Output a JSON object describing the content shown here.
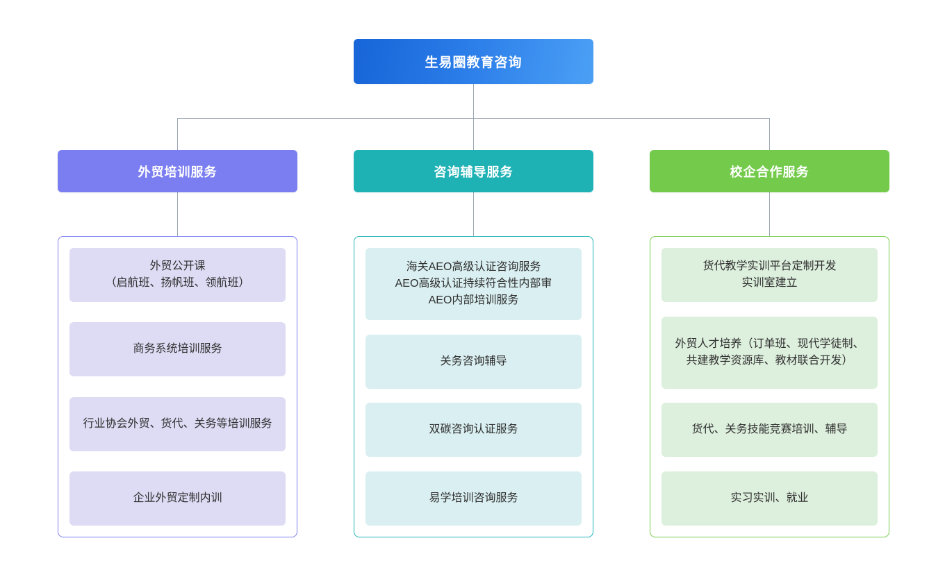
{
  "chart_data": {
    "type": "diagram",
    "diagram_type": "organization-tree",
    "title": "生易圈教育咨询",
    "root": {
      "label": "生易圈教育咨询",
      "color": "#2a7ce8"
    },
    "branches": [
      {
        "label": "外贸培训服务",
        "color": "#7b7ef0",
        "leaf_color": "#dedbf4",
        "items": [
          "外贸公开课\n（启航班、扬帆班、领航班）",
          "商务系统培训服务",
          "行业协会外贸、货代、关务等培训服务",
          "企业外贸定制内训"
        ]
      },
      {
        "label": "咨询辅导服务",
        "color": "#1fb2b5",
        "leaf_color": "#daeff1",
        "items": [
          "海关AEO高级认证咨询服务\nAEO高级认证持续符合性内部审\nAEO内部培训服务",
          "关务咨询辅导",
          "双碳咨询认证服务",
          "易学培训咨询服务"
        ]
      },
      {
        "label": "校企合作服务",
        "color": "#74cb4b",
        "leaf_color": "#ddefdd",
        "items": [
          "货代教学实训平台定制开发\n实训室建立",
          "外贸人才培养（订单班、现代学徒制、共建教学资源库、教材联合开发）",
          "货代、关务技能竞赛培训、辅导",
          "实习实训、就业"
        ]
      }
    ],
    "connector_color": "#9aa7b4",
    "background": "#ffffff"
  }
}
